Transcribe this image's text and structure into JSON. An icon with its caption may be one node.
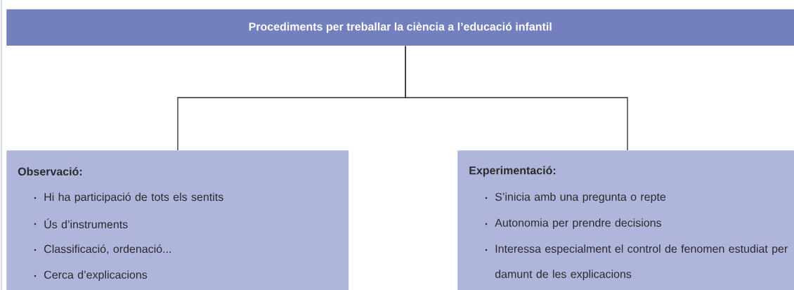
{
  "diagram": {
    "nodes": [
      {
        "text": [
          "Procediments per treballar la ciència a l’educació infantil"
        ]
      },
      {
        "text": [
          "Observació:",
          "Hi ha participació de tots els sentits",
          "Ús d’instruments",
          "Classificació, ordenació...",
          "Cerca d’explicacions"
        ]
      },
      {
        "text": [
          "Experimentació:",
          "S’inicia amb una pregunta o repte",
          "Autonomia per prendre decisions",
          "Interessa especialment el control de fenomen estudiat per damunt de les explicacions"
        ]
      }
    ],
    "edges": [
      {
        "from": 0,
        "to": 1,
        "arrow": "none"
      },
      {
        "from": 0,
        "to": 2,
        "arrow": "none"
      }
    ]
  }
}
